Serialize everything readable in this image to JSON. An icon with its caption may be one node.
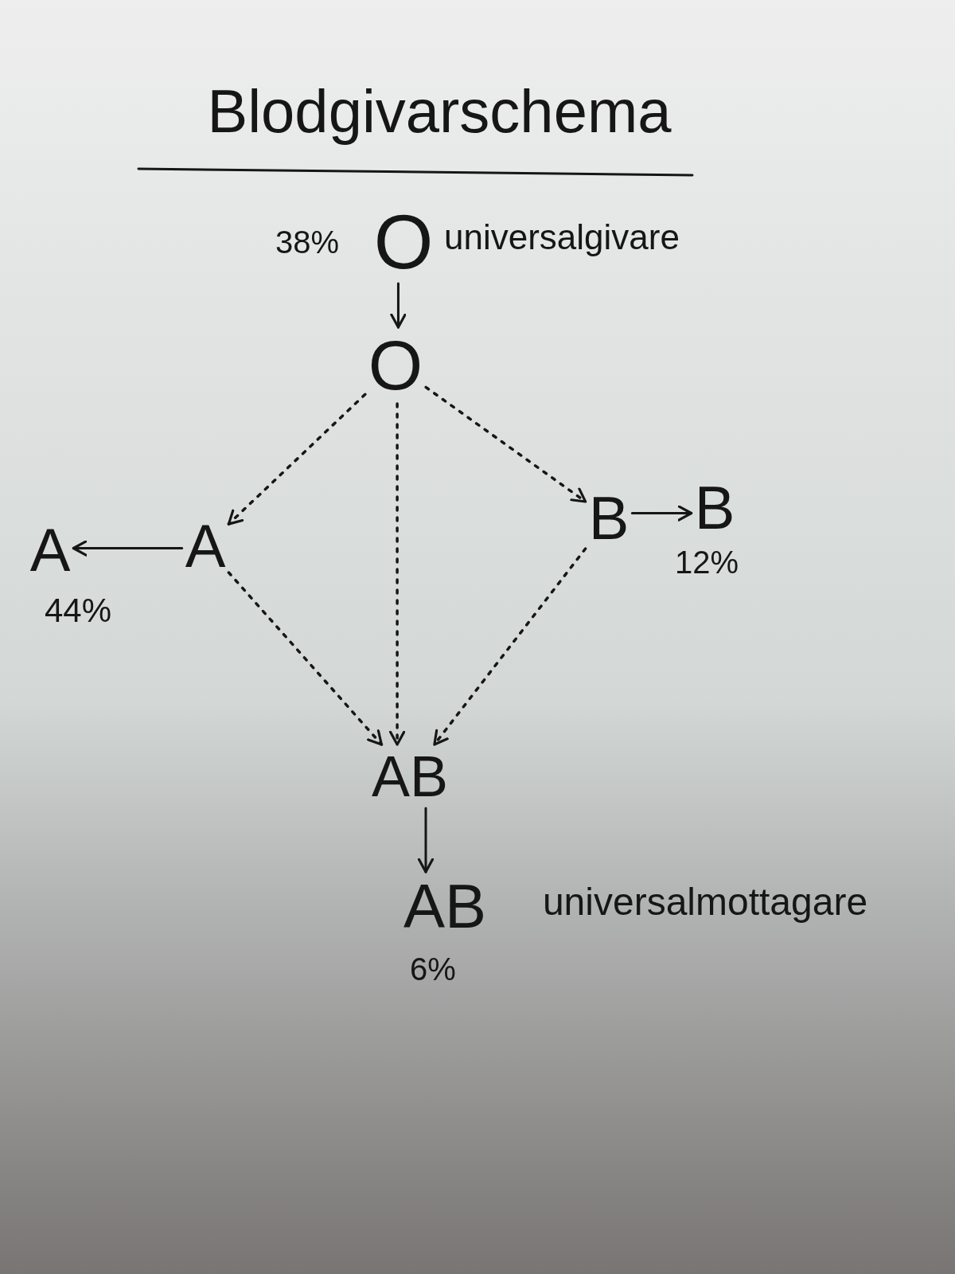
{
  "diagram": {
    "title": "Blodgivarschema",
    "nodes": [
      {
        "text": [
          "O"
        ],
        "beside": [
          "38%",
          "universalgivare"
        ]
      },
      {
        "text": [
          "O"
        ]
      },
      {
        "text": [
          "A"
        ],
        "beside": [
          "44%"
        ]
      },
      {
        "text": [
          "A"
        ]
      },
      {
        "text": [
          "B"
        ]
      },
      {
        "text": [
          "B"
        ],
        "beside": [
          "12%"
        ]
      },
      {
        "text": [
          "AB"
        ]
      },
      {
        "text": [
          "AB"
        ],
        "beside": [
          "6%",
          "universalmottagare"
        ]
      }
    ],
    "edges": [
      {
        "from": 0,
        "to": 1,
        "arrow": "to"
      },
      {
        "from": 1,
        "to": 3,
        "arrow": "to",
        "style": "dashed"
      },
      {
        "from": 1,
        "to": 6,
        "arrow": "to",
        "style": "dashed"
      },
      {
        "from": 1,
        "to": 4,
        "arrow": "to",
        "style": "dashed"
      },
      {
        "from": 3,
        "to": 2,
        "arrow": "to"
      },
      {
        "from": 4,
        "to": 5,
        "arrow": "to"
      },
      {
        "from": 3,
        "to": 6,
        "arrow": "to",
        "style": "dashed"
      },
      {
        "from": 4,
        "to": 6,
        "arrow": "to",
        "style": "dashed"
      },
      {
        "from": 6,
        "to": 7,
        "arrow": "to"
      }
    ]
  }
}
